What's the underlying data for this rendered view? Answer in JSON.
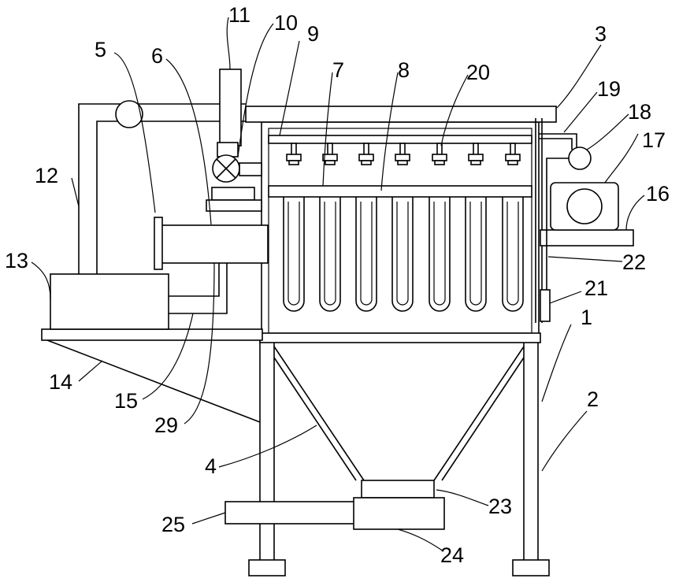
{
  "labels": {
    "l1": "1",
    "l2": "2",
    "l3": "3",
    "l4": "4",
    "l5": "5",
    "l6": "6",
    "l7": "7",
    "l8": "8",
    "l9": "9",
    "l10": "10",
    "l11": "11",
    "l12": "12",
    "l13": "13",
    "l14": "14",
    "l15": "15",
    "l16": "16",
    "l17": "17",
    "l18": "18",
    "l19": "19",
    "l20": "20",
    "l21": "21",
    "l22": "22",
    "l23": "23",
    "l24": "24",
    "l25": "25",
    "l29": "29"
  },
  "colors": {
    "line": "#000000",
    "background": "#ffffff"
  }
}
